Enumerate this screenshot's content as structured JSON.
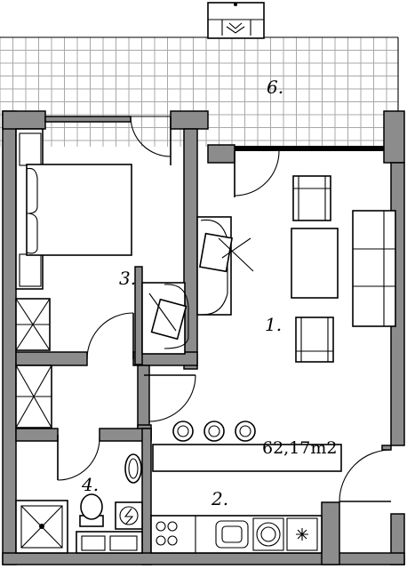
{
  "plan": {
    "rooms": [
      {
        "id": "living",
        "label": "1."
      },
      {
        "id": "kitchen",
        "label": "2."
      },
      {
        "id": "bedroom",
        "label": "3."
      },
      {
        "id": "bathroom",
        "label": "4."
      },
      {
        "id": "terrace",
        "label": "6."
      }
    ],
    "area_text": "62,17m2"
  },
  "colors": {
    "wall": "#8c8c8c",
    "line": "#000000",
    "grid": "#a8a8a8",
    "background": "#ffffff"
  }
}
